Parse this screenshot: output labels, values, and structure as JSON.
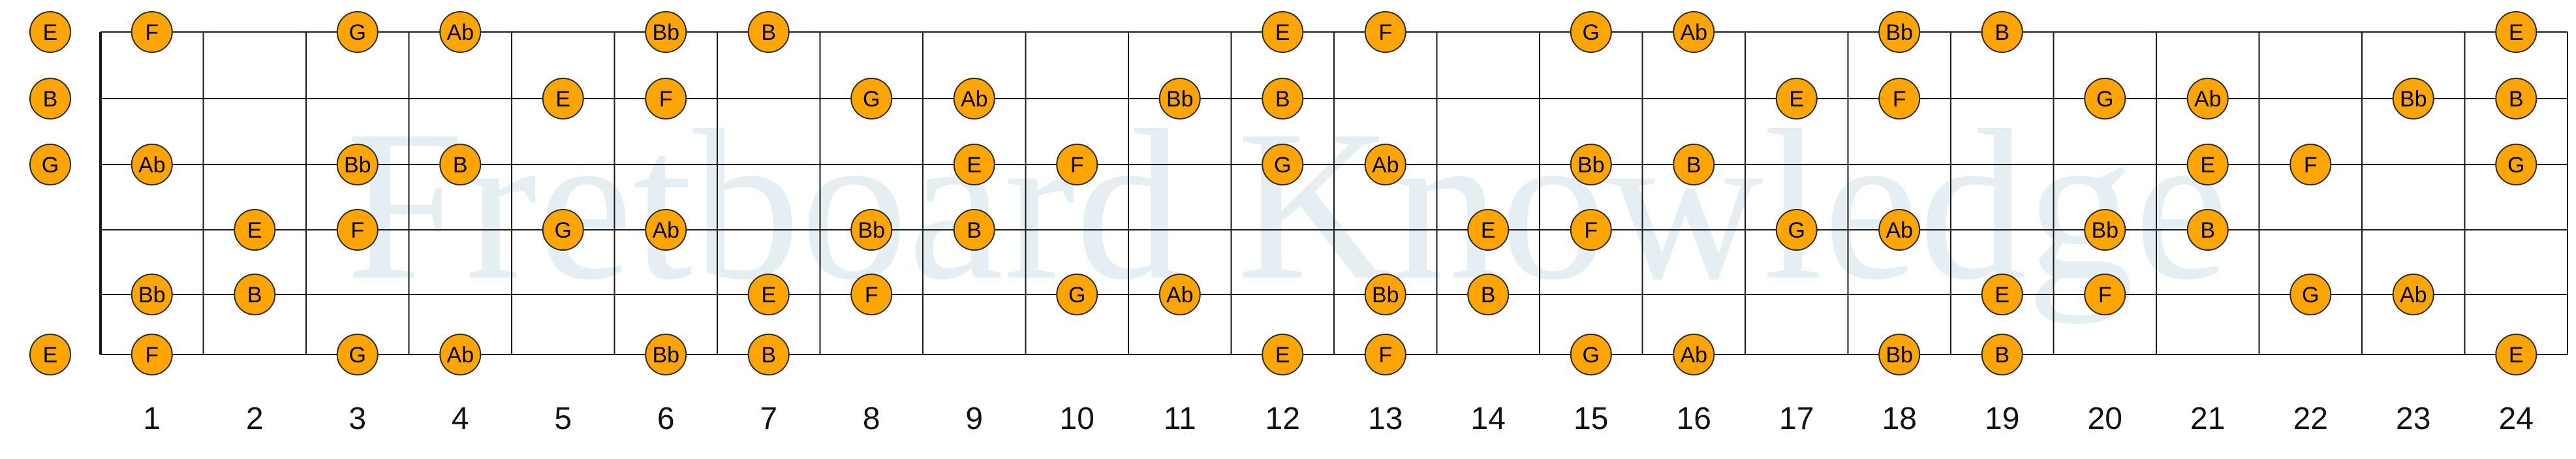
{
  "watermark": "Fretboard Knowledge",
  "colors": {
    "note_fill": "#FFA500",
    "note_stroke": "#2a2a2a",
    "line": "#1a1a1a",
    "watermark": "#e4eef3",
    "background": "#ffffff"
  },
  "fret_numbers": [
    "1",
    "2",
    "3",
    "4",
    "5",
    "6",
    "7",
    "8",
    "9",
    "10",
    "11",
    "12",
    "13",
    "14",
    "15",
    "16",
    "17",
    "18",
    "19",
    "20",
    "21",
    "22",
    "23",
    "24"
  ],
  "strings": [
    {
      "open": "E",
      "notes": [
        {
          "fret": 1,
          "note": "F"
        },
        {
          "fret": 3,
          "note": "G"
        },
        {
          "fret": 4,
          "note": "Ab"
        },
        {
          "fret": 6,
          "note": "Bb"
        },
        {
          "fret": 7,
          "note": "B"
        },
        {
          "fret": 12,
          "note": "E"
        },
        {
          "fret": 13,
          "note": "F"
        },
        {
          "fret": 15,
          "note": "G"
        },
        {
          "fret": 16,
          "note": "Ab"
        },
        {
          "fret": 18,
          "note": "Bb"
        },
        {
          "fret": 19,
          "note": "B"
        },
        {
          "fret": 24,
          "note": "E"
        }
      ]
    },
    {
      "open": "B",
      "notes": [
        {
          "fret": 5,
          "note": "E"
        },
        {
          "fret": 6,
          "note": "F"
        },
        {
          "fret": 8,
          "note": "G"
        },
        {
          "fret": 9,
          "note": "Ab"
        },
        {
          "fret": 11,
          "note": "Bb"
        },
        {
          "fret": 12,
          "note": "B"
        },
        {
          "fret": 17,
          "note": "E"
        },
        {
          "fret": 18,
          "note": "F"
        },
        {
          "fret": 20,
          "note": "G"
        },
        {
          "fret": 21,
          "note": "Ab"
        },
        {
          "fret": 23,
          "note": "Bb"
        },
        {
          "fret": 24,
          "note": "B"
        }
      ]
    },
    {
      "open": "G",
      "notes": [
        {
          "fret": 1,
          "note": "Ab"
        },
        {
          "fret": 3,
          "note": "Bb"
        },
        {
          "fret": 4,
          "note": "B"
        },
        {
          "fret": 9,
          "note": "E"
        },
        {
          "fret": 10,
          "note": "F"
        },
        {
          "fret": 12,
          "note": "G"
        },
        {
          "fret": 13,
          "note": "Ab"
        },
        {
          "fret": 15,
          "note": "Bb"
        },
        {
          "fret": 16,
          "note": "B"
        },
        {
          "fret": 21,
          "note": "E"
        },
        {
          "fret": 22,
          "note": "F"
        },
        {
          "fret": 24,
          "note": "G"
        }
      ]
    },
    {
      "open": "",
      "notes": [
        {
          "fret": 2,
          "note": "E"
        },
        {
          "fret": 3,
          "note": "F"
        },
        {
          "fret": 5,
          "note": "G"
        },
        {
          "fret": 6,
          "note": "Ab"
        },
        {
          "fret": 8,
          "note": "Bb"
        },
        {
          "fret": 9,
          "note": "B"
        },
        {
          "fret": 14,
          "note": "E"
        },
        {
          "fret": 15,
          "note": "F"
        },
        {
          "fret": 17,
          "note": "G"
        },
        {
          "fret": 18,
          "note": "Ab"
        },
        {
          "fret": 20,
          "note": "Bb"
        },
        {
          "fret": 21,
          "note": "B"
        }
      ]
    },
    {
      "open": "",
      "notes": [
        {
          "fret": 1,
          "note": "Bb"
        },
        {
          "fret": 2,
          "note": "B"
        },
        {
          "fret": 7,
          "note": "E"
        },
        {
          "fret": 8,
          "note": "F"
        },
        {
          "fret": 10,
          "note": "G"
        },
        {
          "fret": 11,
          "note": "Ab"
        },
        {
          "fret": 13,
          "note": "Bb"
        },
        {
          "fret": 14,
          "note": "B"
        },
        {
          "fret": 19,
          "note": "E"
        },
        {
          "fret": 20,
          "note": "F"
        },
        {
          "fret": 22,
          "note": "G"
        },
        {
          "fret": 23,
          "note": "Ab"
        }
      ]
    },
    {
      "open": "E",
      "notes": [
        {
          "fret": 1,
          "note": "F"
        },
        {
          "fret": 3,
          "note": "G"
        },
        {
          "fret": 4,
          "note": "Ab"
        },
        {
          "fret": 6,
          "note": "Bb"
        },
        {
          "fret": 7,
          "note": "B"
        },
        {
          "fret": 12,
          "note": "E"
        },
        {
          "fret": 13,
          "note": "F"
        },
        {
          "fret": 15,
          "note": "G"
        },
        {
          "fret": 16,
          "note": "Ab"
        },
        {
          "fret": 18,
          "note": "Bb"
        },
        {
          "fret": 19,
          "note": "B"
        },
        {
          "fret": 24,
          "note": "E"
        }
      ]
    }
  ]
}
